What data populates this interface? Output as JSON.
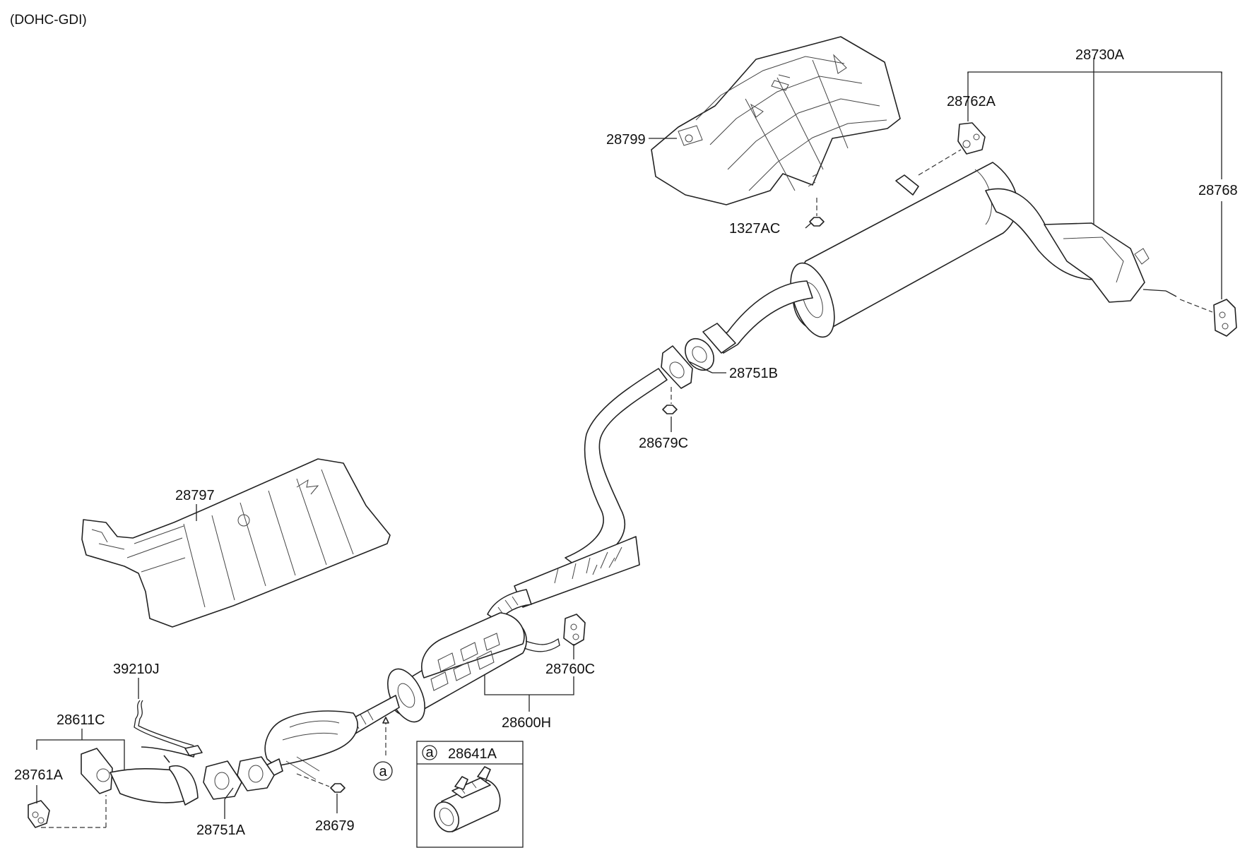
{
  "header": {
    "engine_variant": "(DOHC-GDI)"
  },
  "parts": [
    {
      "id": "p28730A",
      "number": "28730A"
    },
    {
      "id": "p28762A",
      "number": "28762A"
    },
    {
      "id": "p28768",
      "number": "28768"
    },
    {
      "id": "p28799",
      "number": "28799"
    },
    {
      "id": "p1327AC",
      "number": "1327AC"
    },
    {
      "id": "p28751B",
      "number": "28751B"
    },
    {
      "id": "p28679C",
      "number": "28679C"
    },
    {
      "id": "p28797",
      "number": "28797"
    },
    {
      "id": "p39210J",
      "number": "39210J"
    },
    {
      "id": "p28611C",
      "number": "28611C"
    },
    {
      "id": "p28761A",
      "number": "28761A"
    },
    {
      "id": "p28751A",
      "number": "28751A"
    },
    {
      "id": "p28679",
      "number": "28679"
    },
    {
      "id": "p28760C",
      "number": "28760C"
    },
    {
      "id": "p28600H",
      "number": "28600H"
    }
  ],
  "callout": {
    "marker": "a"
  },
  "inset": {
    "marker": "a",
    "part_number": "28641A"
  }
}
